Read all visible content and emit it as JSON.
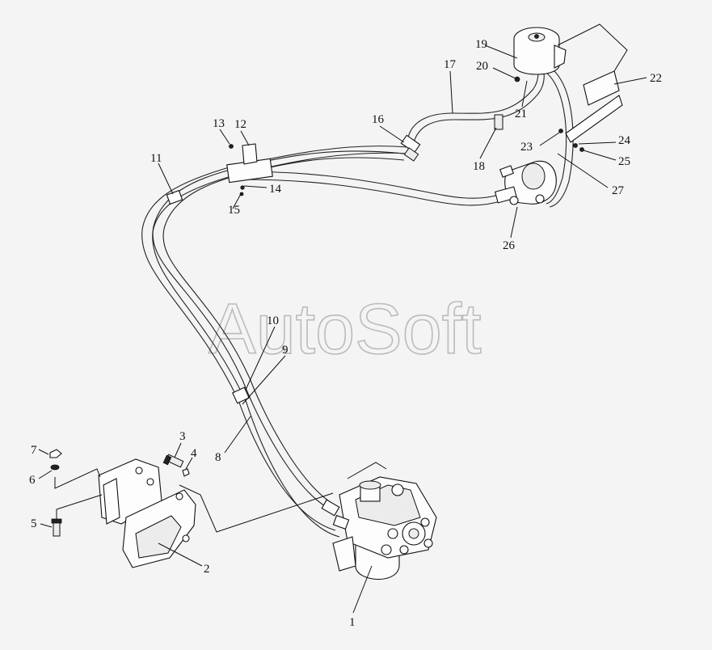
{
  "watermark": "AutoSoft",
  "callouts": [
    {
      "id": "callout-1",
      "text": "1"
    },
    {
      "id": "callout-2",
      "text": "2"
    },
    {
      "id": "callout-3",
      "text": "3"
    },
    {
      "id": "callout-4",
      "text": "4"
    },
    {
      "id": "callout-5",
      "text": "5"
    },
    {
      "id": "callout-6",
      "text": "6"
    },
    {
      "id": "callout-7",
      "text": "7"
    },
    {
      "id": "callout-8",
      "text": "8"
    },
    {
      "id": "callout-9",
      "text": "9"
    },
    {
      "id": "callout-10",
      "text": "10"
    },
    {
      "id": "callout-11",
      "text": "11"
    },
    {
      "id": "callout-12",
      "text": "12"
    },
    {
      "id": "callout-13",
      "text": "13"
    },
    {
      "id": "callout-14",
      "text": "14"
    },
    {
      "id": "callout-15",
      "text": "15"
    },
    {
      "id": "callout-16",
      "text": "16"
    },
    {
      "id": "callout-17",
      "text": "17"
    },
    {
      "id": "callout-18",
      "text": "18"
    },
    {
      "id": "callout-19",
      "text": "19"
    },
    {
      "id": "callout-20",
      "text": "20"
    },
    {
      "id": "callout-21",
      "text": "21"
    },
    {
      "id": "callout-22",
      "text": "22"
    },
    {
      "id": "callout-23",
      "text": "23"
    },
    {
      "id": "callout-24",
      "text": "24"
    },
    {
      "id": "callout-25",
      "text": "25"
    },
    {
      "id": "callout-26",
      "text": "26"
    },
    {
      "id": "callout-27",
      "text": "27"
    }
  ]
}
